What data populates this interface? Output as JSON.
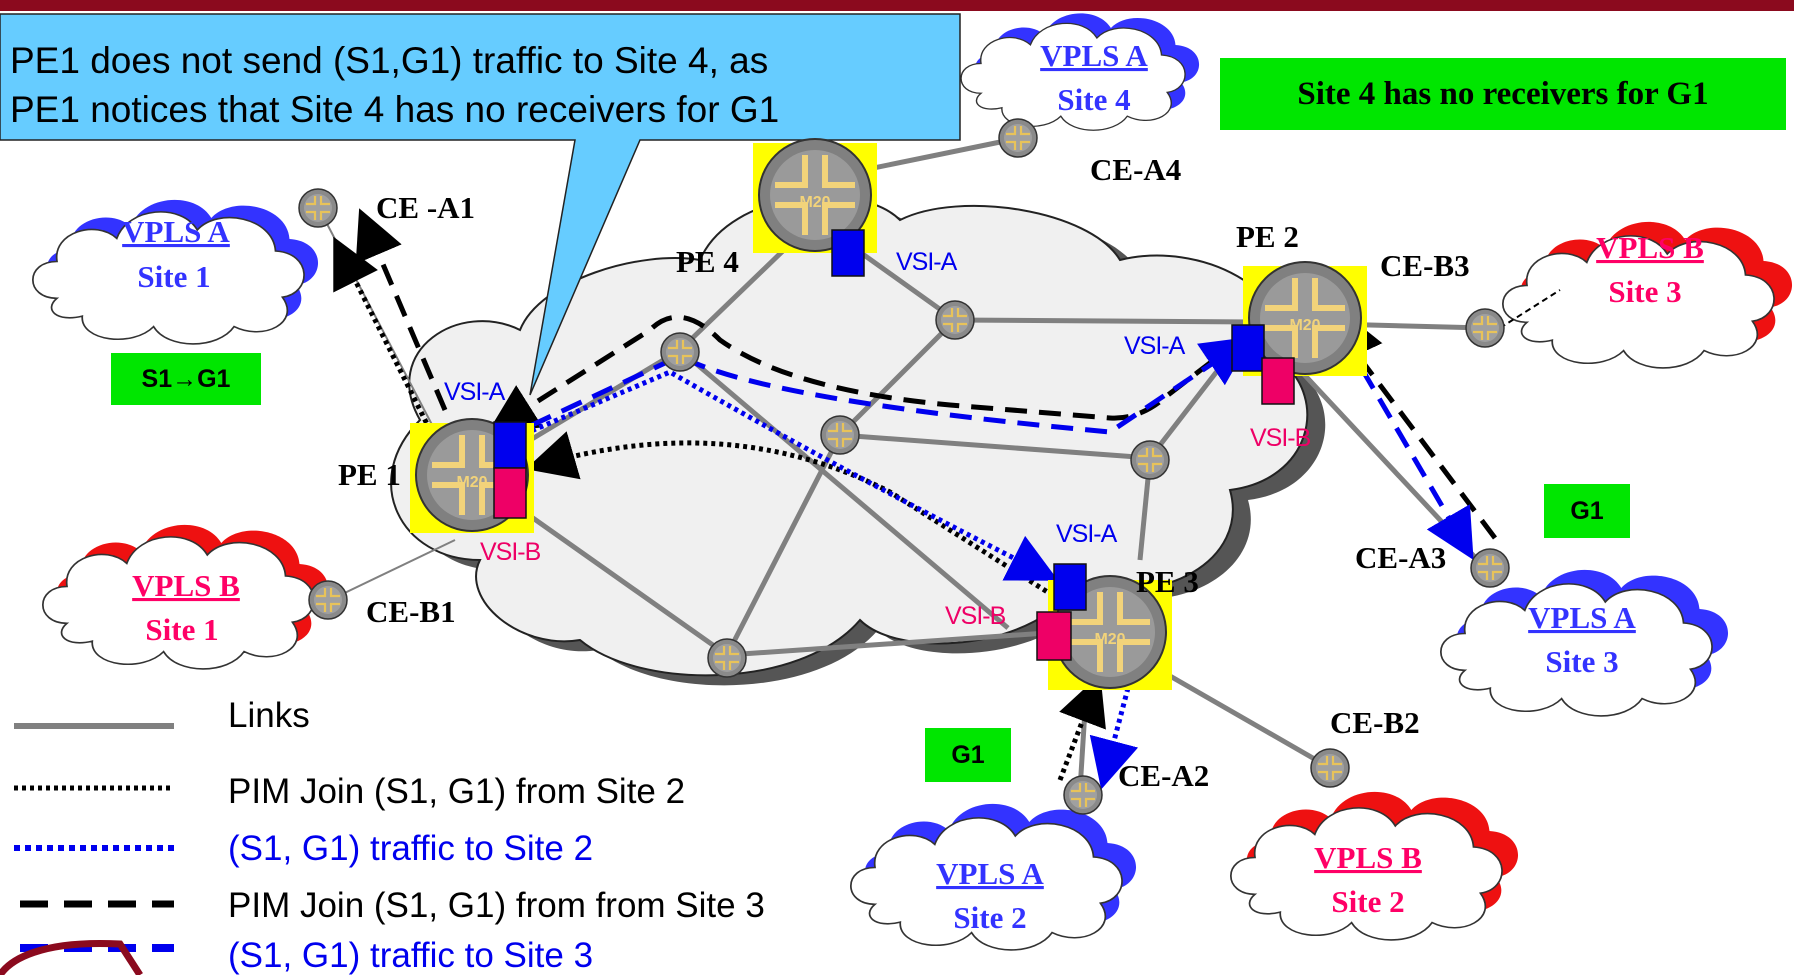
{
  "callout": {
    "line1": "PE1 does not send (S1,G1) traffic  to Site 4, as",
    "line2": "PE1 notices that Site 4 has no receivers for G1"
  },
  "notes": {
    "site4_no_receivers": "Site 4 has no receivers for G1",
    "s1_g1": "S1→G1",
    "g1": "G1"
  },
  "clouds": [
    {
      "id": "vpls-a-site1",
      "name": "VPLS A",
      "site": "Site 1",
      "color": "#3333ff"
    },
    {
      "id": "vpls-b-site1",
      "name": "VPLS B",
      "site": "Site 1",
      "color": "#ff0066"
    },
    {
      "id": "vpls-a-site4",
      "name": "VPLS A",
      "site": "Site 4",
      "color": "#3333ff"
    },
    {
      "id": "vpls-b-site3",
      "name": "VPLS B",
      "site": "Site 3",
      "color": "#ff0066"
    },
    {
      "id": "vpls-a-site3",
      "name": "VPLS A",
      "site": "Site 3",
      "color": "#3333ff"
    },
    {
      "id": "vpls-a-site2",
      "name": "VPLS A",
      "site": "Site 2",
      "color": "#3333ff"
    },
    {
      "id": "vpls-b-site2",
      "name": "VPLS B",
      "site": "Site 2",
      "color": "#ff0066"
    }
  ],
  "node_labels": {
    "pe1": "PE 1",
    "pe2": "PE 2",
    "pe3": "PE 3",
    "pe4": "PE 4",
    "ce_a1": "CE -A1",
    "ce_a2": "CE-A2",
    "ce_a3": "CE-A3",
    "ce_a4": "CE-A4",
    "ce_b1": "CE-B1",
    "ce_b2": "CE-B2",
    "ce_b3": "CE-B3"
  },
  "router_badge": "M20",
  "vsi": {
    "a": "VSI-A",
    "b": "VSI-B",
    "a_color": "#0000ee",
    "b_color": "#ee0066"
  },
  "legend": [
    {
      "label": "Links",
      "style": "link",
      "color": "#000000"
    },
    {
      "label": "PIM Join (S1, G1) from Site 2",
      "style": "dotted-black",
      "color": "#000000"
    },
    {
      "label": "(S1, G1) traffic to Site 2",
      "style": "dotted-blue",
      "color": "#0000ee"
    },
    {
      "label": "PIM Join (S1, G1) from from Site 3",
      "style": "dashed-black",
      "color": "#000000"
    },
    {
      "label": "(S1, G1) traffic to Site 3",
      "style": "dashed-blue",
      "color": "#0000ee"
    }
  ],
  "colors": {
    "top_bar": "#8b0a1e",
    "callout_fill": "#66ccff",
    "note_green": "#00e600",
    "link_gray": "#808080",
    "router_yellow": "#ffff00",
    "site_blue": "#3333ff",
    "site_pink": "#ff0066"
  }
}
